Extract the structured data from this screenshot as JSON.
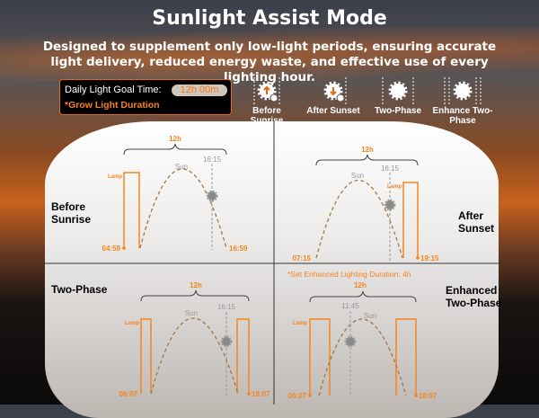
{
  "title": "Sunlight Assist Mode",
  "subtitle": "Designed to supplement only low-light periods, ensuring accurate light delivery, reduced energy waste, and effective use of every lighting hour.",
  "goal": {
    "label": "Daily Light Goal Time:",
    "value": "12h 00m",
    "note": "*Grow Light Duration"
  },
  "modes": [
    {
      "label": "Before Sunrise",
      "icon": "sun-up-arrow-icon"
    },
    {
      "label": "After Sunset",
      "icon": "sun-down-arrow-icon"
    },
    {
      "label": "Two-Phase",
      "icon": "sun-icon"
    },
    {
      "label": "Enhance Two-Phase",
      "icon": "sun-icon"
    }
  ],
  "panels": [
    {
      "title": "Before Sunrise",
      "duration": "12h",
      "sun": "Sun",
      "lamp": "Lamp",
      "sun_time": "16:15",
      "start": "04:59",
      "end": "16:59"
    },
    {
      "title": "After Sunset",
      "duration": "12h",
      "sun": "Sun",
      "lamp": "Lamp",
      "sun_time": "16:15",
      "start": "07:15",
      "end": "19:15"
    },
    {
      "title": "Two-Phase",
      "duration": "12h",
      "sun": "Sun",
      "lamp": "Lamp",
      "sun_time": "16:15",
      "start": "06:07",
      "end": "18:07"
    },
    {
      "title": "Enhanced Two-Phase",
      "duration": "12h",
      "sun": "Sun",
      "lamp": "Lamp",
      "sun_time": "11:45",
      "start": "06:07",
      "end": "18:07",
      "note": "*Set Enhanced Lighting Duration: 4h"
    }
  ],
  "colors": {
    "accent": "#f5841f",
    "arc": "#a0784a",
    "gray": "#8a8a8a"
  }
}
